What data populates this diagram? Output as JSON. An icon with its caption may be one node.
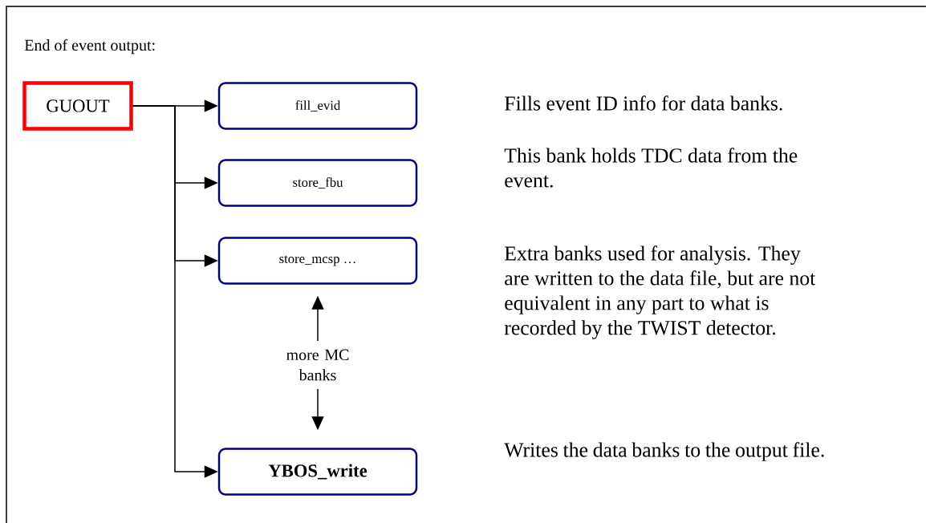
{
  "diagram": {
    "title": "End of event output:",
    "nodes": [
      {
        "text": [
          "GUOUT"
        ]
      },
      {
        "text": [
          "fill_evid"
        ]
      },
      {
        "text": [
          "store_fbu"
        ]
      },
      {
        "text": [
          "store_mcsp …"
        ]
      },
      {
        "text": [
          "more MC banks"
        ]
      },
      {
        "text": [
          "YBOS_write"
        ]
      }
    ],
    "edges": [
      {
        "from": 0,
        "to": 1,
        "arrow": "to"
      },
      {
        "from": 0,
        "to": 2,
        "arrow": "to"
      },
      {
        "from": 0,
        "to": 3,
        "arrow": "to"
      },
      {
        "from": 0,
        "to": 5,
        "arrow": "to"
      },
      {
        "from": 4,
        "to": 3,
        "arrow": "to"
      },
      {
        "from": 4,
        "to": 5,
        "arrow": "to"
      }
    ],
    "labels": [
      "Fills event ID info for data banks.",
      "This bank holds TDC data from the event.",
      "Extra banks used for analysis.  They are written to the data file, but are not equivalent in any part to what is recorded by the TWIST detector.",
      "Writes the data banks to the output file."
    ]
  }
}
